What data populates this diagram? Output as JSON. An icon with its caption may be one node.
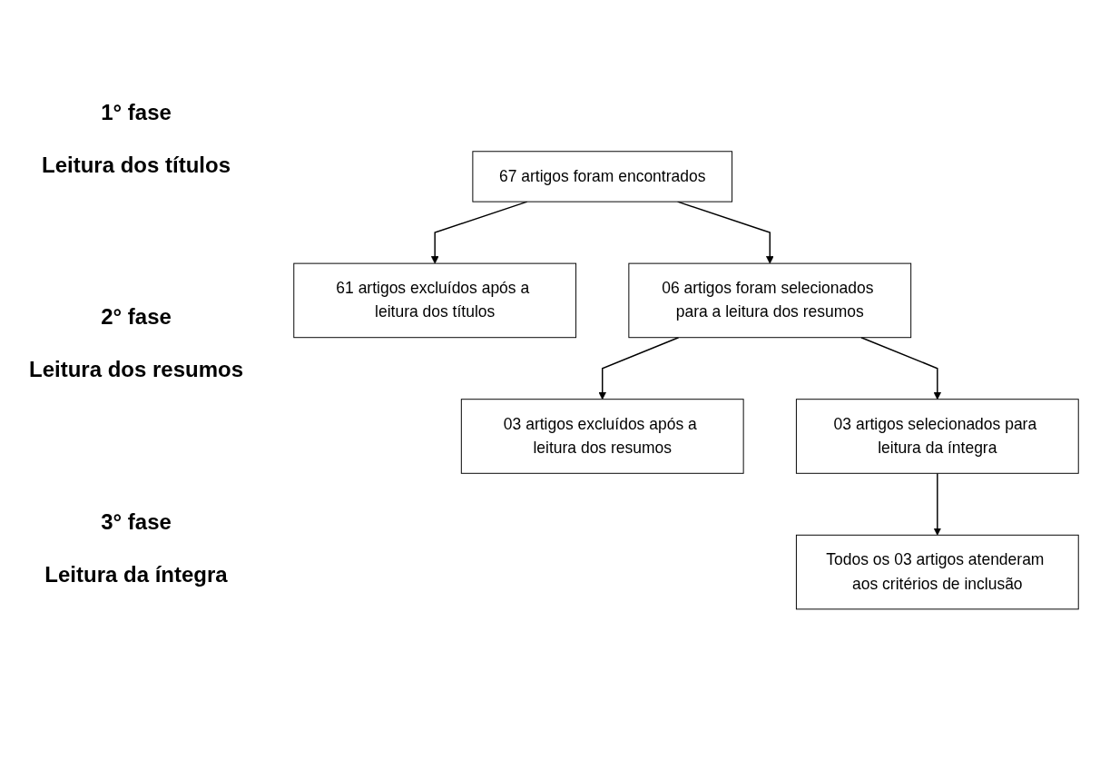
{
  "diagram": {
    "nodes": [
      {
        "text": [
          "67 artigos foram encontrados"
        ]
      },
      {
        "text": [
          "61 artigos excluídos após a leitura dos títulos"
        ]
      },
      {
        "text": [
          "06 artigos foram selecionados para a leitura dos resumos"
        ]
      },
      {
        "text": [
          "03 artigos excluídos após a leitura dos resumos"
        ]
      },
      {
        "text": [
          "03 artigos selecionados para leitura da íntegra"
        ]
      },
      {
        "text": [
          "Todos os 03 artigos atenderam aos critérios de inclusão"
        ]
      }
    ],
    "edges": [
      {
        "from": 0,
        "to": 2,
        "arrow": "to"
      },
      {
        "from": 0,
        "to": 1,
        "arrow": "to"
      },
      {
        "from": 2,
        "to": 4,
        "arrow": "to"
      },
      {
        "from": 2,
        "to": 3,
        "arrow": "to"
      },
      {
        "from": 4,
        "to": 5,
        "arrow": "to"
      }
    ],
    "labels": [
      "1° fase",
      "Leitura dos títulos",
      "2° fase",
      "Leitura dos resumos",
      "3° fase",
      "Leitura da íntegra"
    ]
  }
}
